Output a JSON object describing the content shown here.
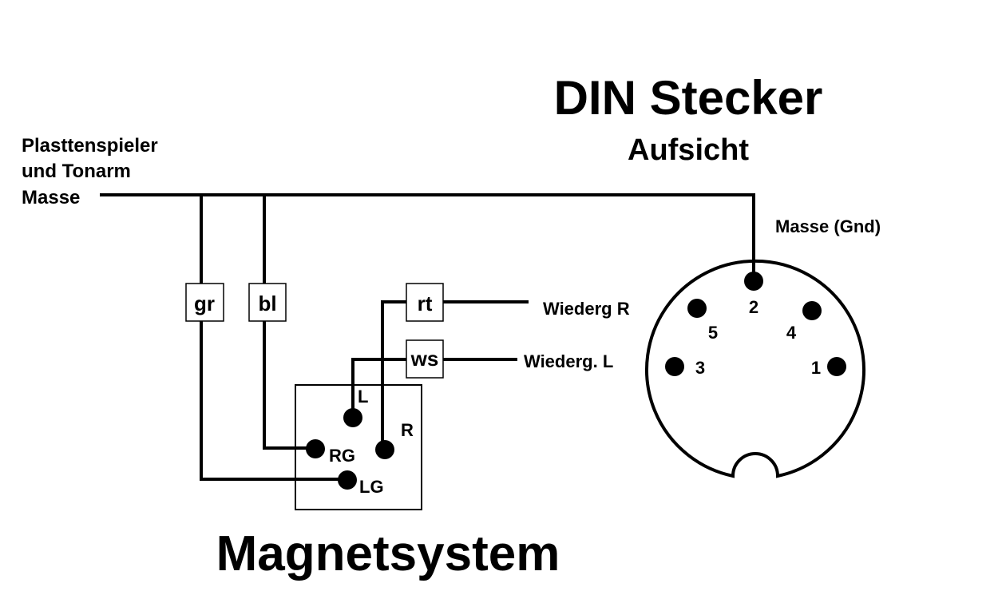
{
  "title": "DIN Stecker",
  "subtitle": "Aufsicht",
  "ground_label": [
    "Plasttenspieler",
    "und Tonarm",
    "Masse"
  ],
  "wire_colors": {
    "gr": "gr",
    "bl": "bl",
    "rt": "rt",
    "ws": "ws"
  },
  "cartridge": {
    "title": "Magnetsystem",
    "pins": {
      "L": "L",
      "R": "R",
      "RG": "RG",
      "LG": "LG"
    }
  },
  "din": {
    "masse_label": "Masse (Gnd)",
    "wiederg_r": "Wiederg R",
    "wiederg_l": "Wiederg. L",
    "pins": {
      "p1": "1",
      "p2": "2",
      "p3": "3",
      "p4": "4",
      "p5": "5"
    }
  },
  "colors": {
    "ink": "#000000",
    "background": "#ffffff"
  }
}
